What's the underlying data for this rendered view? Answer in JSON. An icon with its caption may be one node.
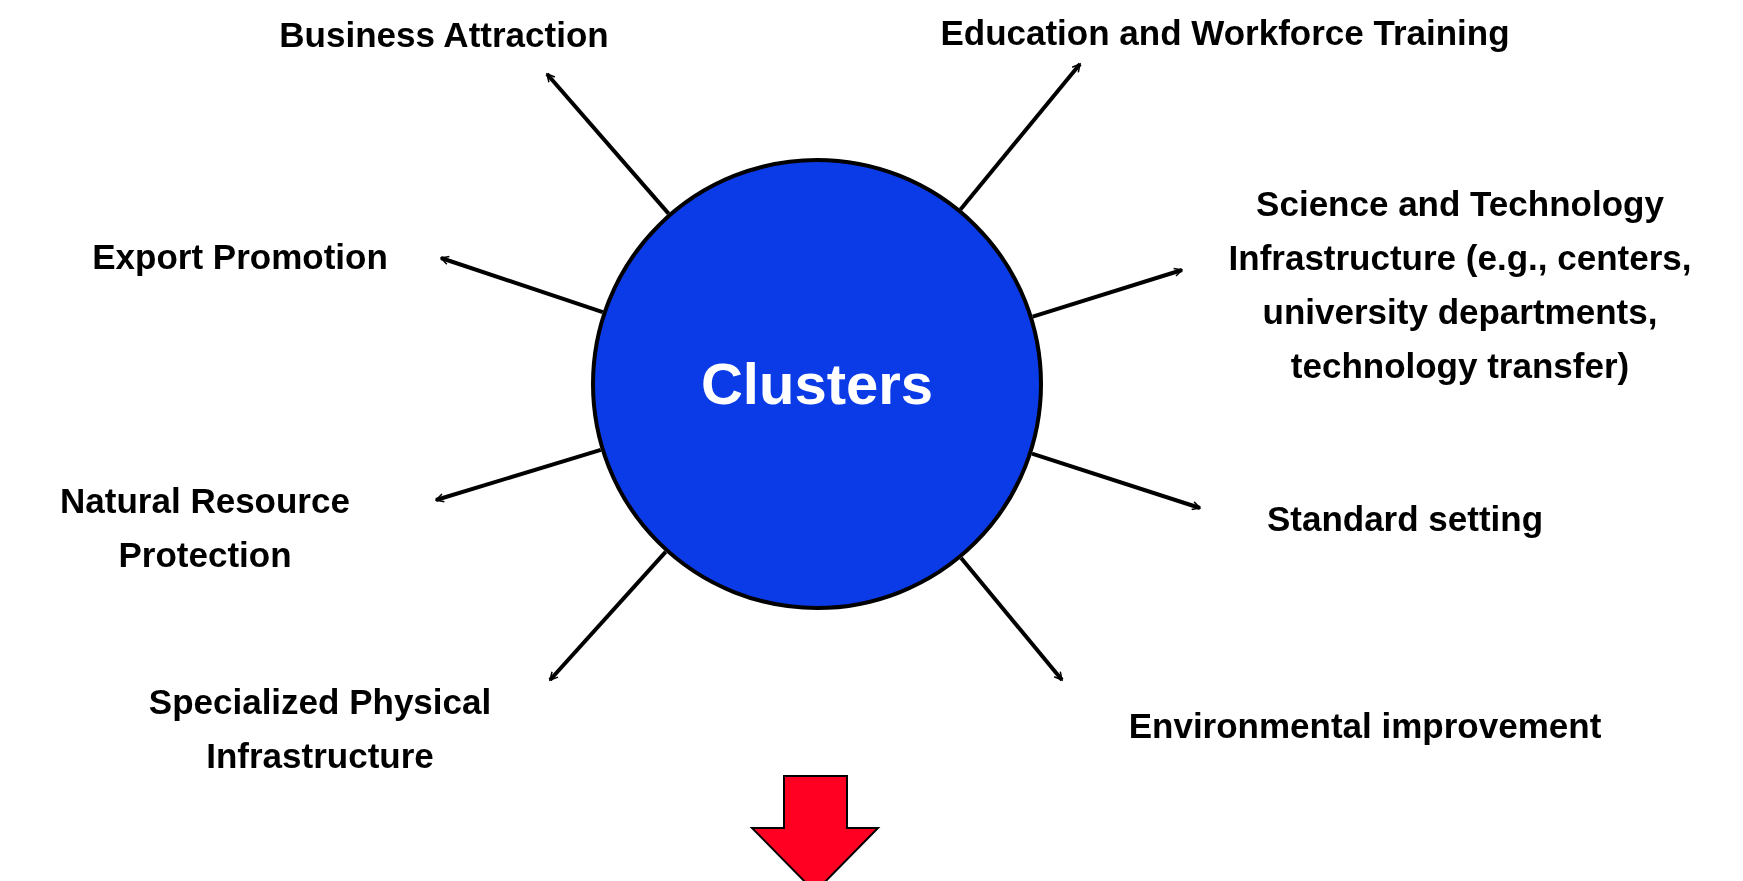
{
  "diagram": {
    "nodes": [
      {
        "text": [
          "Clusters"
        ]
      },
      {
        "text": [
          "Business Attraction"
        ]
      },
      {
        "text": [
          "Education and Workforce Training"
        ]
      },
      {
        "text": [
          "Export Promotion"
        ]
      },
      {
        "text": [
          "Science and Technology Infrastructure (e.g., centers, university departments, technology transfer)"
        ]
      },
      {
        "text": [
          "Natural Resource Protection"
        ]
      },
      {
        "text": [
          "Standard setting"
        ]
      },
      {
        "text": [
          "Specialized Physical Infrastructure"
        ]
      },
      {
        "text": [
          "Environmental improvement"
        ]
      }
    ],
    "edges": [
      {
        "from": 0,
        "to": 1,
        "arrow": "to"
      },
      {
        "from": 0,
        "to": 2,
        "arrow": "to"
      },
      {
        "from": 0,
        "to": 3,
        "arrow": "to"
      },
      {
        "from": 0,
        "to": 4,
        "arrow": "to"
      },
      {
        "from": 0,
        "to": 5,
        "arrow": "to"
      },
      {
        "from": 0,
        "to": 6,
        "arrow": "to"
      },
      {
        "from": 0,
        "to": 7,
        "arrow": "to"
      },
      {
        "from": 0,
        "to": 8,
        "arrow": "to"
      }
    ]
  }
}
